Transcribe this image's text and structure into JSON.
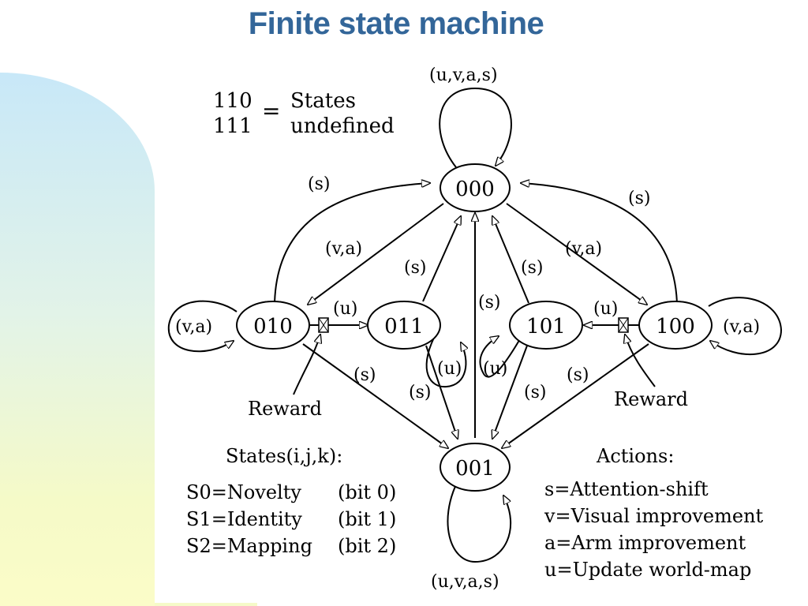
{
  "title": "Finite state machine",
  "legend_undefined": {
    "codes": [
      "110",
      "111"
    ],
    "equals": "=",
    "lines": [
      "States",
      "undefined"
    ]
  },
  "states": {
    "s000": "000",
    "s010": "010",
    "s011": "011",
    "s101": "101",
    "s100": "100",
    "s001": "001"
  },
  "edge_labels": {
    "loop_top": "(u,v,a,s)",
    "loop_bottom": "(u,v,a,s)",
    "loop_010": "(v,a)",
    "loop_100": "(v,a)",
    "s_010_to_000": "(s)",
    "s_100_to_000": "(s)",
    "va_000_to_010": "(v,a)",
    "va_000_to_100": "(v,a)",
    "s_011_to_000": "(s)",
    "s_101_to_000": "(s)",
    "s_001_to_000": "(s)",
    "u_010_to_011": "(u)",
    "u_100_to_101": "(u)",
    "u_011": "(u)",
    "u_101": "(u)",
    "s_010_to_001": "(s)",
    "s_011_to_001": "(s)",
    "s_101_to_001": "(s)",
    "s_100_to_001": "(s)"
  },
  "reward_labels": [
    "Reward",
    "Reward"
  ],
  "states_legend": {
    "heading": "States(i,j,k):",
    "rows": [
      {
        "name": "S0=Novelty",
        "bit": "(bit 0)"
      },
      {
        "name": "S1=Identity",
        "bit": "(bit 1)"
      },
      {
        "name": "S2=Mapping",
        "bit": "(bit 2)"
      }
    ]
  },
  "actions_legend": {
    "heading": "Actions:",
    "rows": [
      "s=Attention-shift",
      "v=Visual improvement",
      "a=Arm improvement",
      "u=Update world-map"
    ]
  },
  "colors": {
    "title": "#336699",
    "side_gradient_top": "#c8e8f8",
    "side_gradient_bottom": "#fbfcc8"
  }
}
